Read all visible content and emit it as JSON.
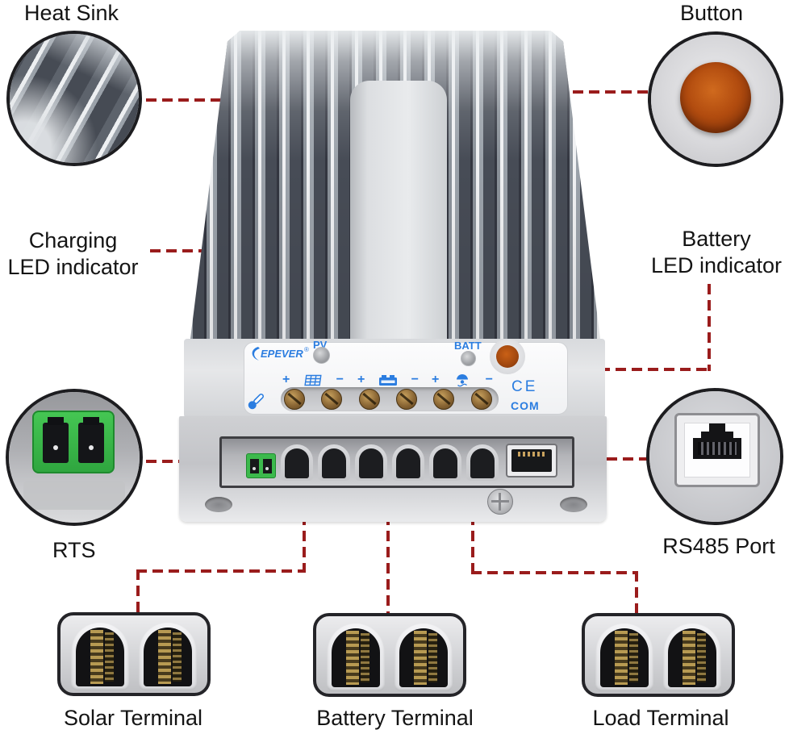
{
  "callouts": {
    "heat_sink": {
      "label": "Heat Sink"
    },
    "button": {
      "label": "Button"
    },
    "charging_led": {
      "line1": "Charging",
      "line2": "LED indicator"
    },
    "battery_led": {
      "line1": "Battery",
      "line2": "LED indicator"
    },
    "rts": {
      "label": "RTS"
    },
    "rs485": {
      "label": "RS485 Port"
    },
    "solar_terminal": {
      "label": "Solar Terminal"
    },
    "battery_terminal": {
      "label": "Battery Terminal"
    },
    "load_terminal": {
      "label": "Load Terminal"
    }
  },
  "panel": {
    "brand": "EPEVER",
    "registered_mark": "®",
    "pv_label": "PV",
    "batt_label": "BATT",
    "ce_mark": "CE",
    "com_label": "COM",
    "plus": "+",
    "minus": "−"
  },
  "icons": {
    "solar_panel_icon": "pv-array-grid",
    "battery_icon": "battery-with-terminals",
    "load_lamp_icon": "hanging-lamp",
    "temperature_sensor_icon": "diagonal-thermometer"
  },
  "colors": {
    "callout_line_red": "#9a1c1c",
    "brand_blue": "#2b7de0",
    "button_orange": "#b04a10",
    "rts_green": "#3cb94c",
    "device_gray": "#d6d8da"
  }
}
